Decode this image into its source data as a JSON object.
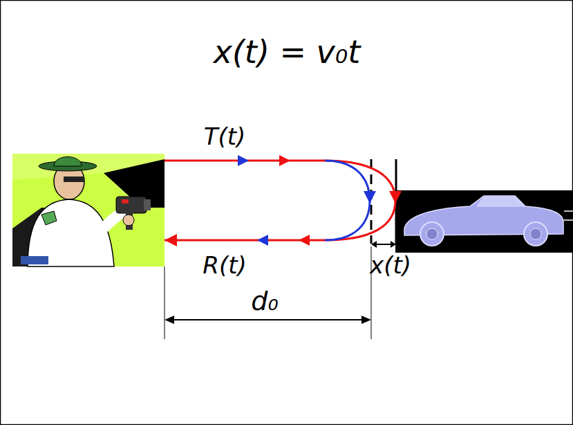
{
  "diagram": {
    "labels": [
      "x(t) = v₀t",
      "T(t)",
      "R(t)",
      "x(t)",
      "d₀"
    ]
  }
}
